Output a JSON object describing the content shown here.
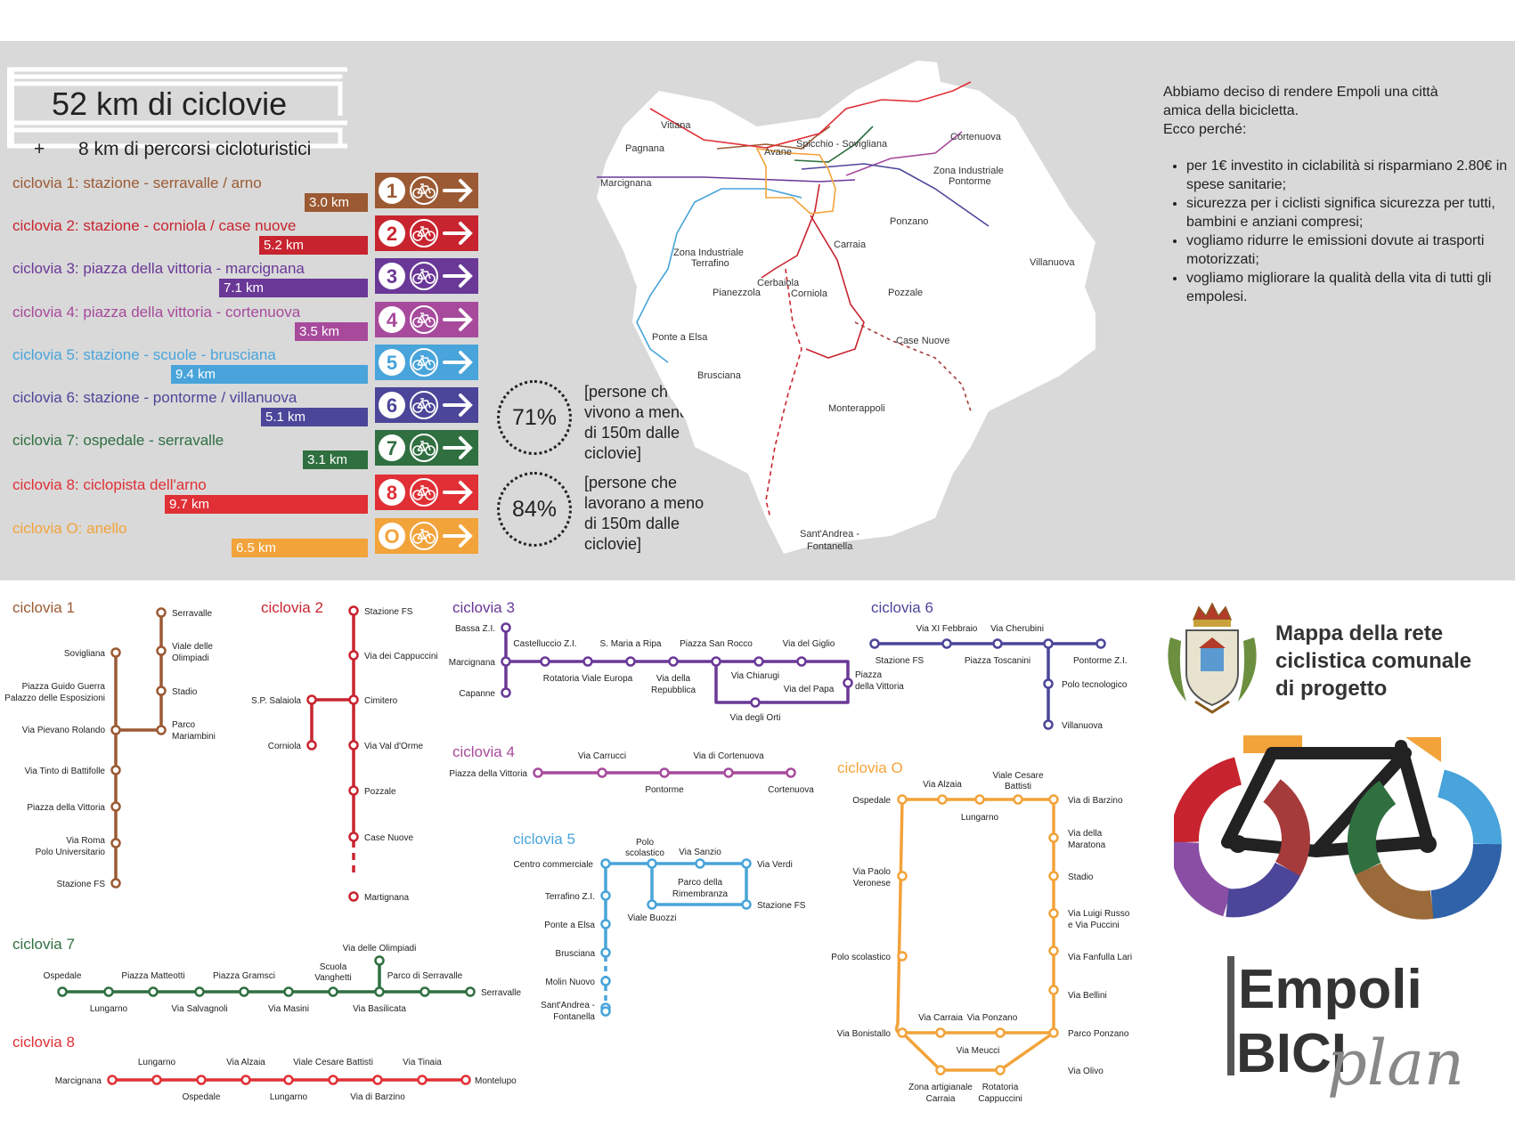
{
  "title": {
    "main": "52 km di ciclovie",
    "plus": "+",
    "sub": "8 km di percorsi cicloturistici"
  },
  "colors": {
    "c1": "#9b5a33",
    "c2": "#c8242f",
    "c3": "#6a3897",
    "c4": "#a74a9c",
    "c5": "#48a4da",
    "c6": "#4b4699",
    "c7": "#2f6f40",
    "c8": "#e03036",
    "c0": "#f2a33a"
  },
  "routes": [
    {
      "id": "1",
      "label": "ciclovia 1: stazione - serravalle / arno",
      "km": "3.0 km",
      "km_value": 3.0,
      "color": "#9b5a33"
    },
    {
      "id": "2",
      "label": "ciclovia 2: stazione - corniola / case nuove",
      "km": "5.2 km",
      "km_value": 5.2,
      "color": "#c8242f"
    },
    {
      "id": "3",
      "label": "ciclovia 3: piazza della vittoria - marcignana",
      "km": "7.1 km",
      "km_value": 7.1,
      "color": "#6a3897"
    },
    {
      "id": "4",
      "label": "ciclovia 4: piazza della vittoria - cortenuova",
      "km": "3.5 km",
      "km_value": 3.5,
      "color": "#a74a9c"
    },
    {
      "id": "5",
      "label": "ciclovia 5: stazione - scuole - brusciana",
      "km": "9.4 km",
      "km_value": 9.4,
      "color": "#48a4da"
    },
    {
      "id": "6",
      "label": "ciclovia 6: stazione - pontorme / villanuova",
      "km": "5.1 km",
      "km_value": 5.1,
      "color": "#4b4699"
    },
    {
      "id": "7",
      "label": "ciclovia 7: ospedale - serravalle",
      "km": "3.1 km",
      "km_value": 3.1,
      "color": "#2f6f40"
    },
    {
      "id": "8",
      "label": "ciclovia 8: ciclopista dell'arno",
      "km": "9.7 km",
      "km_value": 9.7,
      "color": "#e03036"
    },
    {
      "id": "O",
      "label": "ciclovia O: anello",
      "km": "6.5 km",
      "km_value": 6.5,
      "color": "#f2a33a"
    }
  ],
  "stats": [
    {
      "value": "71%",
      "lines": [
        "[persone che",
        "vivono a meno",
        "di 150m dalle",
        "ciclovie]"
      ]
    },
    {
      "value": "84%",
      "lines": [
        "[persone che",
        "lavorano a meno",
        "di 150m dalle",
        "ciclovie]"
      ]
    }
  ],
  "intro": {
    "lead": [
      "Abbiamo deciso di rendere Empoli una città",
      "amica della bicicletta.",
      "Ecco perché:"
    ],
    "reasons": [
      "per 1€ investito in ciclabilità si risparmiano 2.80€ in spese sanitarie;",
      "sicurezza per i ciclisti significa sicurezza per tutti, bambini e anziani compresi;",
      "vogliamo ridurre le emissioni dovute ai trasporti motorizzati;",
      "vogliamo migliorare la qualità della vita di tutti gli empolesi."
    ]
  },
  "map_places": {
    "vitiana": "Vitiana",
    "pagnana": "Pagnana",
    "avane": "Avane",
    "spicchio": "Spicchio - Sovigliana",
    "cortenuova": "Cortenuova",
    "marcignana": "Marcignana",
    "zi_pontorme_1": "Zona Industriale",
    "zi_pontorme_2": "Pontorme",
    "ponzano": "Ponzano",
    "carraia": "Carraia",
    "villanuova": "Villanuova",
    "zi_terrafino_1": "Zona Industriale",
    "zi_terrafino_2": "Terrafino",
    "cerbaiola": "Cerbaiola",
    "pianezzola": "Pianezzola",
    "corniola": "Corniola",
    "pozzale": "Pozzale",
    "ponte_elsa": "Ponte a Elsa",
    "case_nuove": "Case Nuove",
    "brusciana": "Brusciana",
    "monterappoli": "Monterappoli",
    "santandrea_1": "Sant'Andrea -",
    "santandrea_2": "Fontanella"
  },
  "lines": {
    "l1": {
      "title": "ciclovia 1",
      "stops": {
        "serravalle": "Serravalle",
        "sovigliana": "Sovigliana",
        "olimpiadi_1": "Viale delle",
        "olimpiadi_2": "Olimpiadi",
        "guerra_1": "Piazza Guido Guerra",
        "guerra_2": "Palazzo delle Esposizioni",
        "stadio": "Stadio",
        "mariambini_1": "Parco",
        "mariambini_2": "Mariambini",
        "pievano": "Via Pievano Rolando",
        "tinto": "Via Tinto di Battifolle",
        "vittoria": "Piazza della Vittoria",
        "roma_1": "Via Roma",
        "roma_2": "Polo Universitario",
        "stazione": "Stazione FS"
      }
    },
    "l2": {
      "title": "ciclovia 2",
      "stops": {
        "stazione": "Stazione FS",
        "cappuccini": "Via dei Cappuccini",
        "salaiola": "S.P. Salaiola",
        "cimitero": "Cimitero",
        "corniola": "Corniola",
        "valdorme": "Via Val d'Orme",
        "pozzale": "Pozzale",
        "casenuove": "Case Nuove",
        "martignana": "Martignana"
      }
    },
    "l3": {
      "title": "ciclovia 3",
      "stops": {
        "bassa": "Bassa Z.I.",
        "castelluccio": "Castelluccio Z.I.",
        "smaria": "S. Maria a Ripa",
        "sanrocco": "Piazza San Rocco",
        "giglio": "Via del Giglio",
        "marcignana": "Marcignana",
        "rotatoria": "Rotatoria Viale Europa",
        "repubblica_1": "Via della",
        "repubblica_2": "Repubblica",
        "chiarugi": "Via Chiarugi",
        "papa": "Via del Papa",
        "vittoria_1": "Piazza",
        "vittoria_2": "della Vittoria",
        "capanne": "Capanne",
        "orti": "Via degli Orti"
      }
    },
    "l4": {
      "title": "ciclovia 4",
      "stops": {
        "carrucci": "Via Carrucci",
        "cortenuova_via": "Via di Cortenuova",
        "vittoria": "Piazza della Vittoria",
        "pontorme": "Pontorme",
        "cortenuova": "Cortenuova"
      }
    },
    "l5": {
      "title": "ciclovia 5",
      "stops": {
        "polo_1": "Polo",
        "polo_2": "scolastico",
        "sanzio": "Via Sanzio",
        "commerciale": "Centro commerciale",
        "verdi": "Via Verdi",
        "rimembranza_1": "Parco della",
        "rimembranza_2": "Rimembranza",
        "terrafino": "Terrafino Z.I.",
        "stazione": "Stazione FS",
        "buozzi": "Viale Buozzi",
        "ponte": "Ponte a Elsa",
        "brusciana": "Brusciana",
        "molin": "Molin Nuovo",
        "santandrea_1": "Sant'Andrea -",
        "santandrea_2": "Fontanella"
      }
    },
    "l6": {
      "title": "ciclovia 6",
      "stops": {
        "febbraio": "Via XI Febbraio",
        "cherubini": "Via Cherubini",
        "stazione": "Stazione FS",
        "toscanini": "Piazza Toscanini",
        "pontorme": "Pontorme Z.I.",
        "tecnologico": "Polo tecnologico",
        "villanuova": "Villanuova"
      }
    },
    "l7": {
      "title": "ciclovia 7",
      "stops": {
        "olimpiadi": "Via delle Olimpiadi",
        "ospedale": "Ospedale",
        "matteotti": "Piazza Matteotti",
        "gramsci": "Piazza Gramsci",
        "scuola_1": "Scuola",
        "scuola_2": "Vanghetti",
        "parco": "Parco di Serravalle",
        "serravalle": "Serravalle",
        "lungarno": "Lungarno",
        "salvagnoli": "Via Salvagnoli",
        "masini": "Via Masini",
        "basilicata": "Via Basilicata"
      }
    },
    "l8": {
      "title": "ciclovia 8",
      "stops": {
        "lungarno_top": "Lungarno",
        "alzaia": "Via Alzaia",
        "battisti": "Viale Cesare Battisti",
        "tinaia": "Via Tinaia",
        "marcignana": "Marcignana",
        "montelupo": "Montelupo",
        "ospedale": "Ospedale",
        "lungarno_bot": "Lungarno",
        "barzino": "Via di Barzino"
      }
    },
    "l0": {
      "title": "ciclovia O",
      "stops": {
        "alzaia": "Via Alzaia",
        "battisti_1": "Viale Cesare",
        "battisti_2": "Battisti",
        "ospedale": "Ospedale",
        "barzino": "Via di Barzino",
        "lungarno": "Lungarno",
        "maratona_1": "Via della",
        "maratona_2": "Maratona",
        "veronese_1": "Via Paolo",
        "veronese_2": "Veronese",
        "stadio": "Stadio",
        "russo_1": "Via Luigi Russo",
        "russo_2": "e Via Puccini",
        "polo": "Polo scolastico",
        "lari": "Via Fanfulla Lari",
        "bellini": "Via Bellini",
        "carraia": "Via Carraia",
        "ponzano_via": "Via Ponzano",
        "bonistallo": "Via Bonistallo",
        "ponzano_parco": "Parco Ponzano",
        "meucci": "Via Meucci",
        "olivo": "Via Olivo",
        "artigianale_1": "Zona artigianale",
        "artigianale_2": "Carraia",
        "rotatoria_1": "Rotatoria",
        "rotatoria_2": "Cappuccini"
      }
    }
  },
  "plan_title": [
    "Mappa della rete",
    "ciclistica comunale",
    "di progetto"
  ],
  "brand": {
    "empoli": "Empoli",
    "bici": "BICI",
    "plan": "plan"
  }
}
